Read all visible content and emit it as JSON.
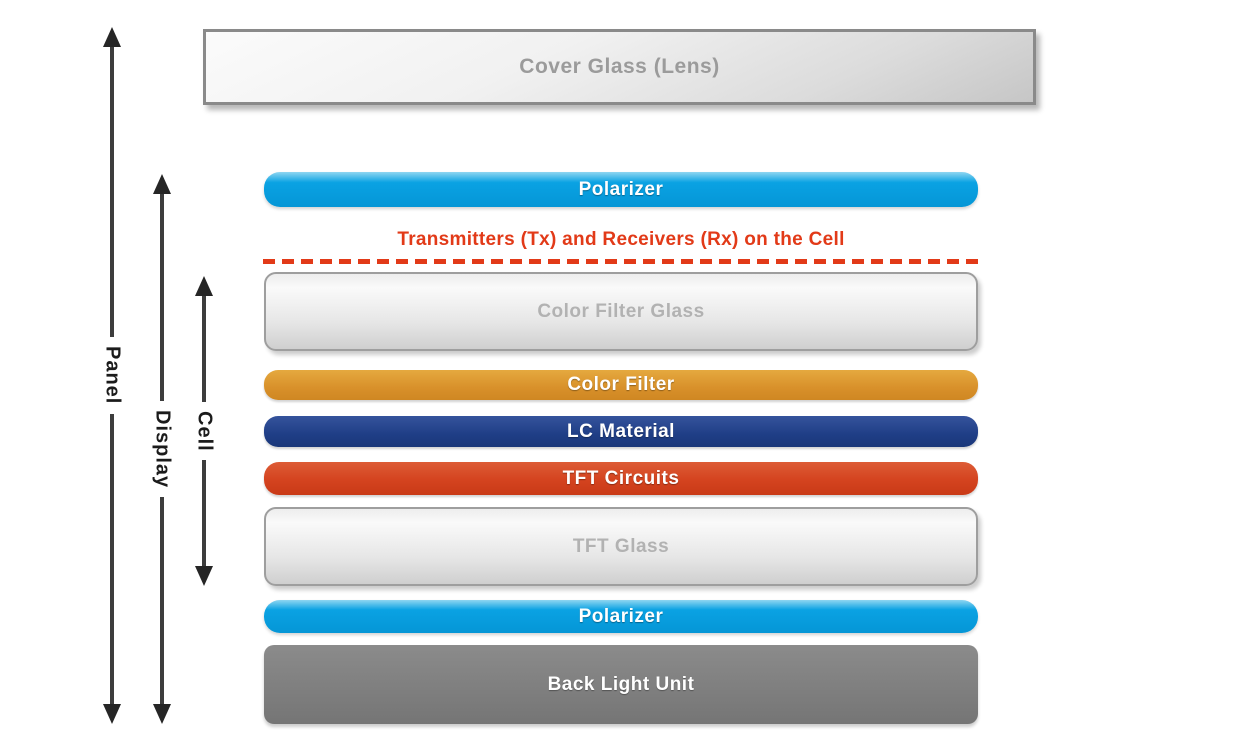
{
  "title": "Touch display panel layer stack diagram",
  "annotation": {
    "text": "Transmitters (Tx) and Receivers (Rx) on the Cell",
    "color": "#e23a18",
    "line_style": "dashed"
  },
  "measures": {
    "panel": "Panel",
    "display": "Display",
    "cell": "Cell"
  },
  "layers": [
    {
      "id": "cover-glass",
      "label": "Cover Glass (Lens)",
      "color": "#dcdcdc",
      "text_color": "#9b9b9b"
    },
    {
      "id": "polarizer-top",
      "label": "Polarizer",
      "color": "#0aa2e3",
      "text_color": "#ffffff"
    },
    {
      "id": "color-filter-glass",
      "label": "Color Filter Glass",
      "color": "#e6e6e6",
      "text_color": "#b2b2b2"
    },
    {
      "id": "color-filter",
      "label": "Color Filter",
      "color": "#d8902a",
      "text_color": "#ffffff"
    },
    {
      "id": "lc-material",
      "label": "LC Material",
      "color": "#1f3e86",
      "text_color": "#ffffff"
    },
    {
      "id": "tft-circuits",
      "label": "TFT Circuits",
      "color": "#d4431f",
      "text_color": "#ffffff"
    },
    {
      "id": "tft-glass",
      "label": "TFT Glass",
      "color": "#e6e6e6",
      "text_color": "#b2b2b2"
    },
    {
      "id": "polarizer-bottom",
      "label": "Polarizer",
      "color": "#0aa2e3",
      "text_color": "#ffffff"
    },
    {
      "id": "back-light-unit",
      "label": "Back Light Unit",
      "color": "#7e7e7e",
      "text_color": "#ffffff"
    }
  ]
}
